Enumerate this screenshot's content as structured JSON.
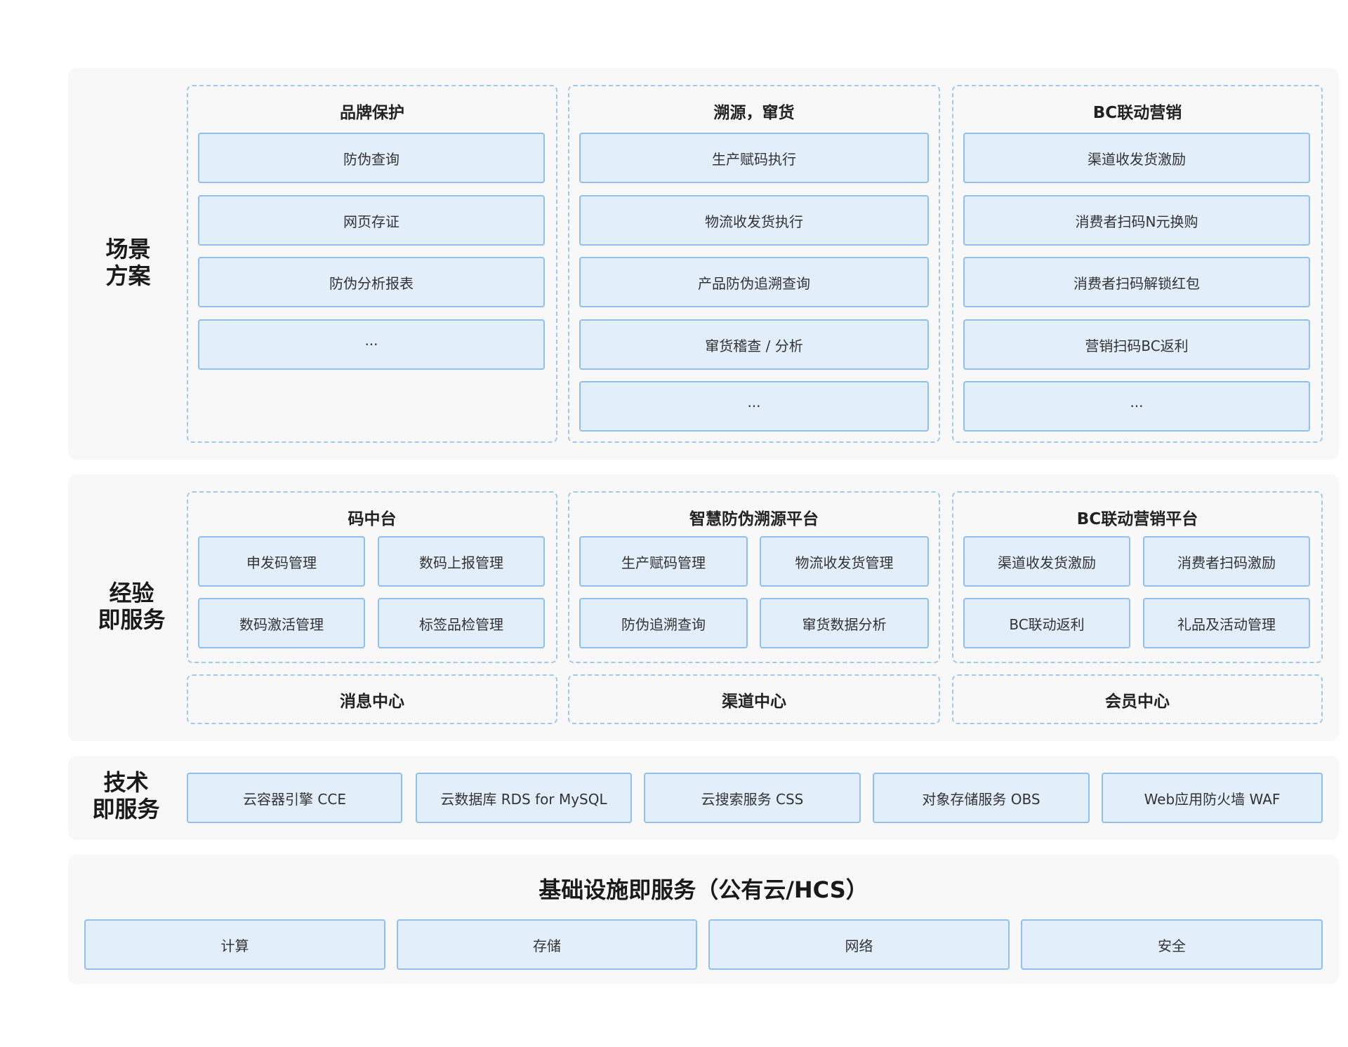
{
  "colors": {
    "layer_bg": "#f8f8f8",
    "box_fill": "#e3eefb",
    "box_border": "#8fc0ee",
    "dashed_border": "#9fc9ee"
  },
  "layers": {
    "scenario": {
      "label": "场景\n方案",
      "groups": [
        {
          "title": "品牌保护",
          "items": [
            "防伪查询",
            "网页存证",
            "防伪分析报表",
            "···"
          ]
        },
        {
          "title": "溯源，窜货",
          "items": [
            "生产赋码执行",
            "物流收发货执行",
            "产品防伪追溯查询",
            "窜货稽查 / 分析",
            "···"
          ]
        },
        {
          "title": "BC联动营销",
          "items": [
            "渠道收发货激励",
            "消费者扫码N元换购",
            "消费者扫码解锁红包",
            "营销扫码BC返利",
            "···"
          ]
        }
      ]
    },
    "experience": {
      "label": "经验\n即服务",
      "groups": [
        {
          "title": "码中台",
          "items": [
            "申发码管理",
            "数码上报管理",
            "数码激活管理",
            "标签品检管理"
          ]
        },
        {
          "title": "智慧防伪溯源平台",
          "items": [
            "生产赋码管理",
            "物流收发货管理",
            "防伪追溯查询",
            "窜货数据分析"
          ]
        },
        {
          "title": "BC联动营销平台",
          "items": [
            "渠道收发货激励",
            "消费者扫码激励",
            "BC联动返利",
            "礼品及活动管理"
          ]
        }
      ],
      "centers": [
        "消息中心",
        "渠道中心",
        "会员中心"
      ]
    },
    "tech": {
      "label": "技术\n即服务",
      "items": [
        "云容器引擎 CCE",
        "云数据库 RDS for MySQL",
        "云搜索服务 CSS",
        "对象存储服务 OBS",
        "Web应用防火墙 WAF"
      ]
    },
    "infra": {
      "title": "基础设施即服务（公有云/HCS）",
      "items": [
        "计算",
        "存储",
        "网络",
        "安全"
      ]
    }
  }
}
